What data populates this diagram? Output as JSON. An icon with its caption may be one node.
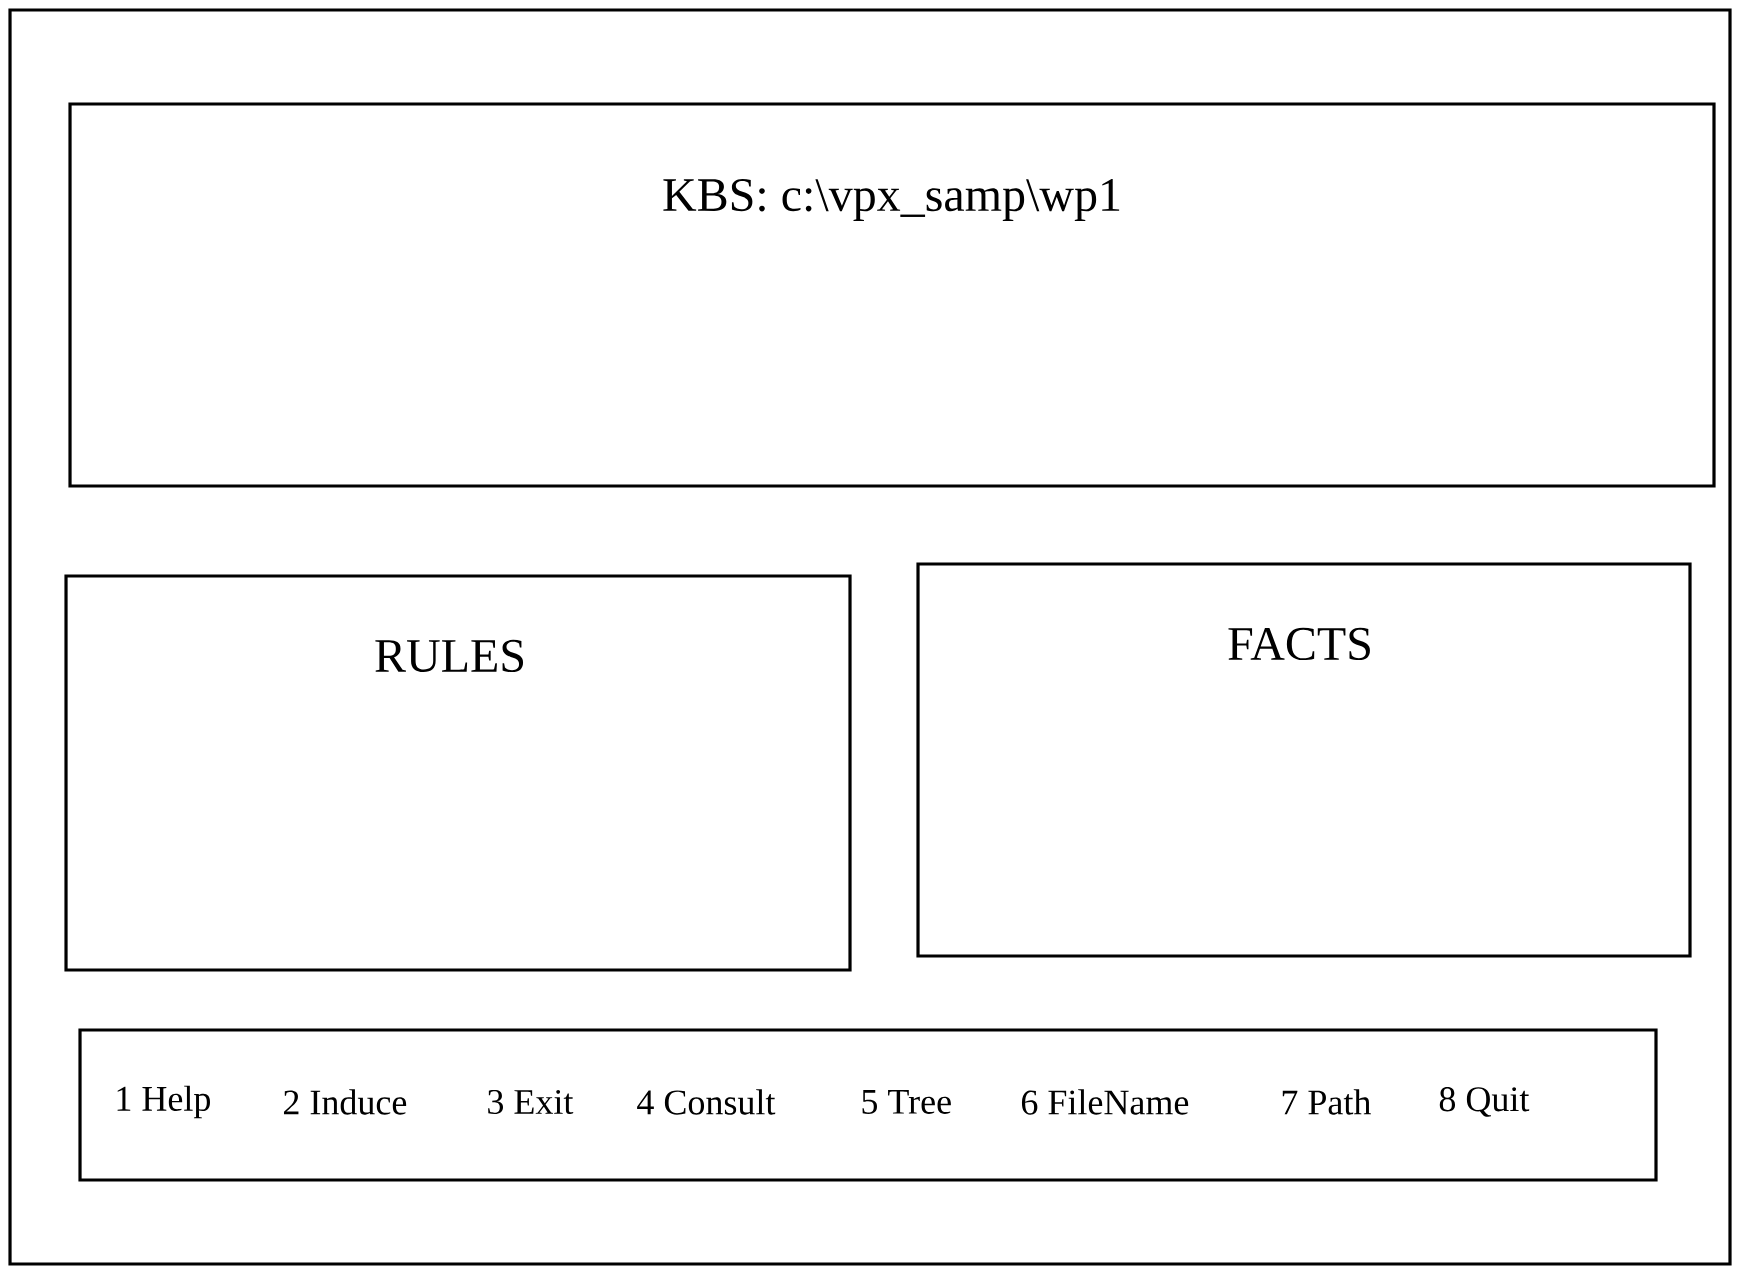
{
  "diagram": {
    "nodes": [
      {
        "text": [],
        "shape": "box"
      },
      {
        "text": [
          "KBS: c:\\vpx_samp\\wp1"
        ],
        "in": 0
      },
      {
        "text": [
          "RULES"
        ],
        "in": 0
      },
      {
        "text": [
          "FACTS"
        ],
        "in": 0
      },
      {
        "text": [
          "1 Help",
          "2 Induce",
          "3 Exit",
          "4 Consult",
          "5 Tree",
          "6 FileName",
          "7 Path",
          "8  Quit"
        ],
        "in": 0
      }
    ]
  }
}
